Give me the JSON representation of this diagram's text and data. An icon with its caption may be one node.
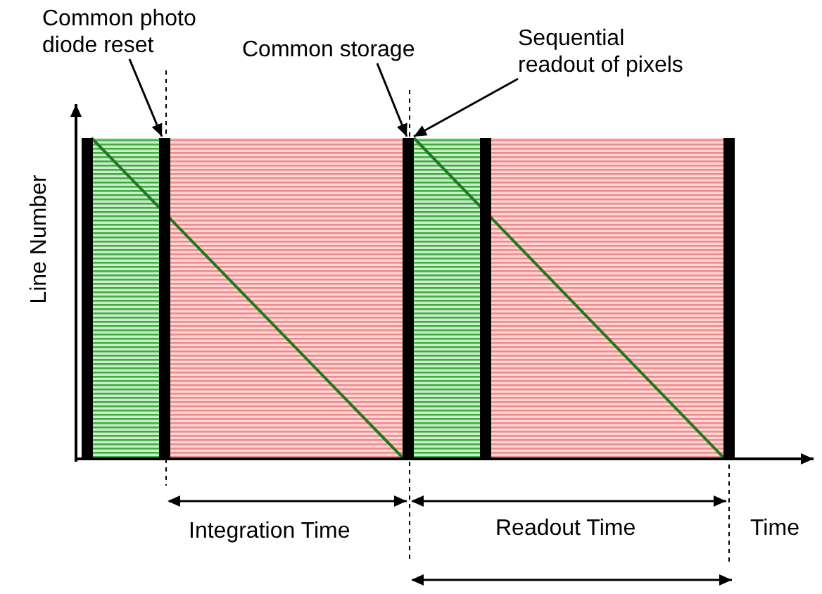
{
  "diagram": {
    "nodes": [
      {
        "text": [
          "Common photo diode reset"
        ]
      },
      {
        "text": [
          "Common storage"
        ]
      },
      {
        "text": [
          "Sequential readout of pixels"
        ]
      },
      {
        "text": [],
        "shape": "bar"
      },
      {
        "text": [],
        "shape": "bar"
      },
      {
        "text": [],
        "shape": "bar"
      },
      {
        "text": [],
        "shape": "bar"
      },
      {
        "text": [],
        "shape": "bar"
      }
    ],
    "edges": [
      {
        "from": 0,
        "to": 4,
        "arrow": "to"
      },
      {
        "from": 1,
        "to": 5,
        "arrow": "to"
      },
      {
        "from": 2,
        "to": 5,
        "arrow": "to"
      }
    ],
    "labels": [
      "Line Number",
      "Time",
      "Integration Time",
      "Readout Time"
    ]
  }
}
